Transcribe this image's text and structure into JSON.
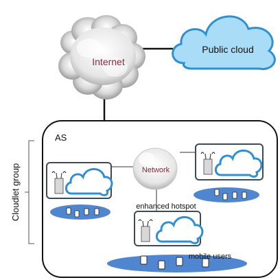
{
  "internet": {
    "label": "Internet",
    "label_color": "#8b2a3a"
  },
  "public_cloud": {
    "label": "Public cloud",
    "fill": "#a9dcf6",
    "stroke": "#2f8fd3"
  },
  "as_box": {
    "label": "AS"
  },
  "network": {
    "label": "Network",
    "label_color": "#8b2a3a"
  },
  "cloudlet_group": {
    "label": "Cloudlet group"
  },
  "hotspot": {
    "label": "enhanced hotspot"
  },
  "mobile_users": {
    "label": "mobile users"
  },
  "colors": {
    "cloud_stroke": "#2f8fd3",
    "ellipse_fill": "#4f86cf",
    "box_stroke": "#3d4a5a"
  },
  "icons": [
    "antenna-icon",
    "cloud-icon",
    "phone-icon"
  ]
}
